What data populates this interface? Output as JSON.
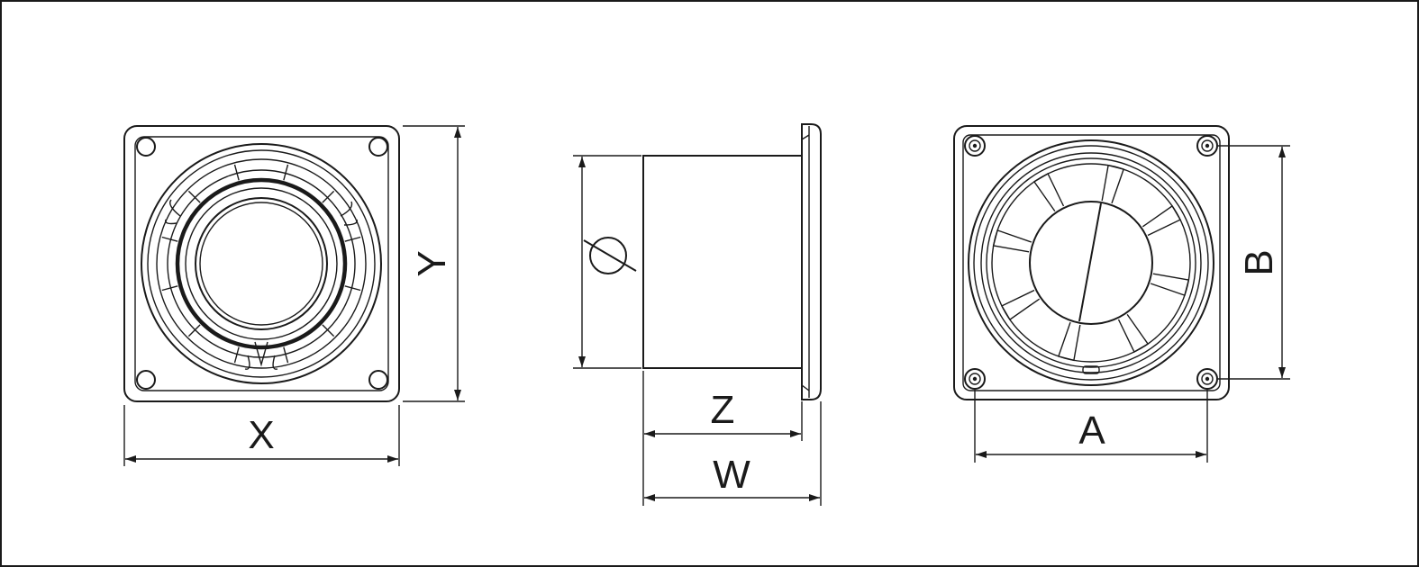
{
  "drawing": {
    "views": [
      {
        "id": "front-view",
        "dimensions": [
          "X",
          "Y"
        ]
      },
      {
        "id": "side-view",
        "dimensions": [
          "Z",
          "W"
        ],
        "diameter_symbol": "⌀"
      },
      {
        "id": "back-view",
        "dimensions": [
          "A",
          "B"
        ]
      }
    ],
    "labels": {
      "x": "X",
      "y": "Y",
      "z": "Z",
      "w": "W",
      "a": "A",
      "b": "B"
    },
    "colors": {
      "line": "#1a1a1a",
      "background": "#ffffff",
      "border": "#1a1a1a"
    }
  }
}
